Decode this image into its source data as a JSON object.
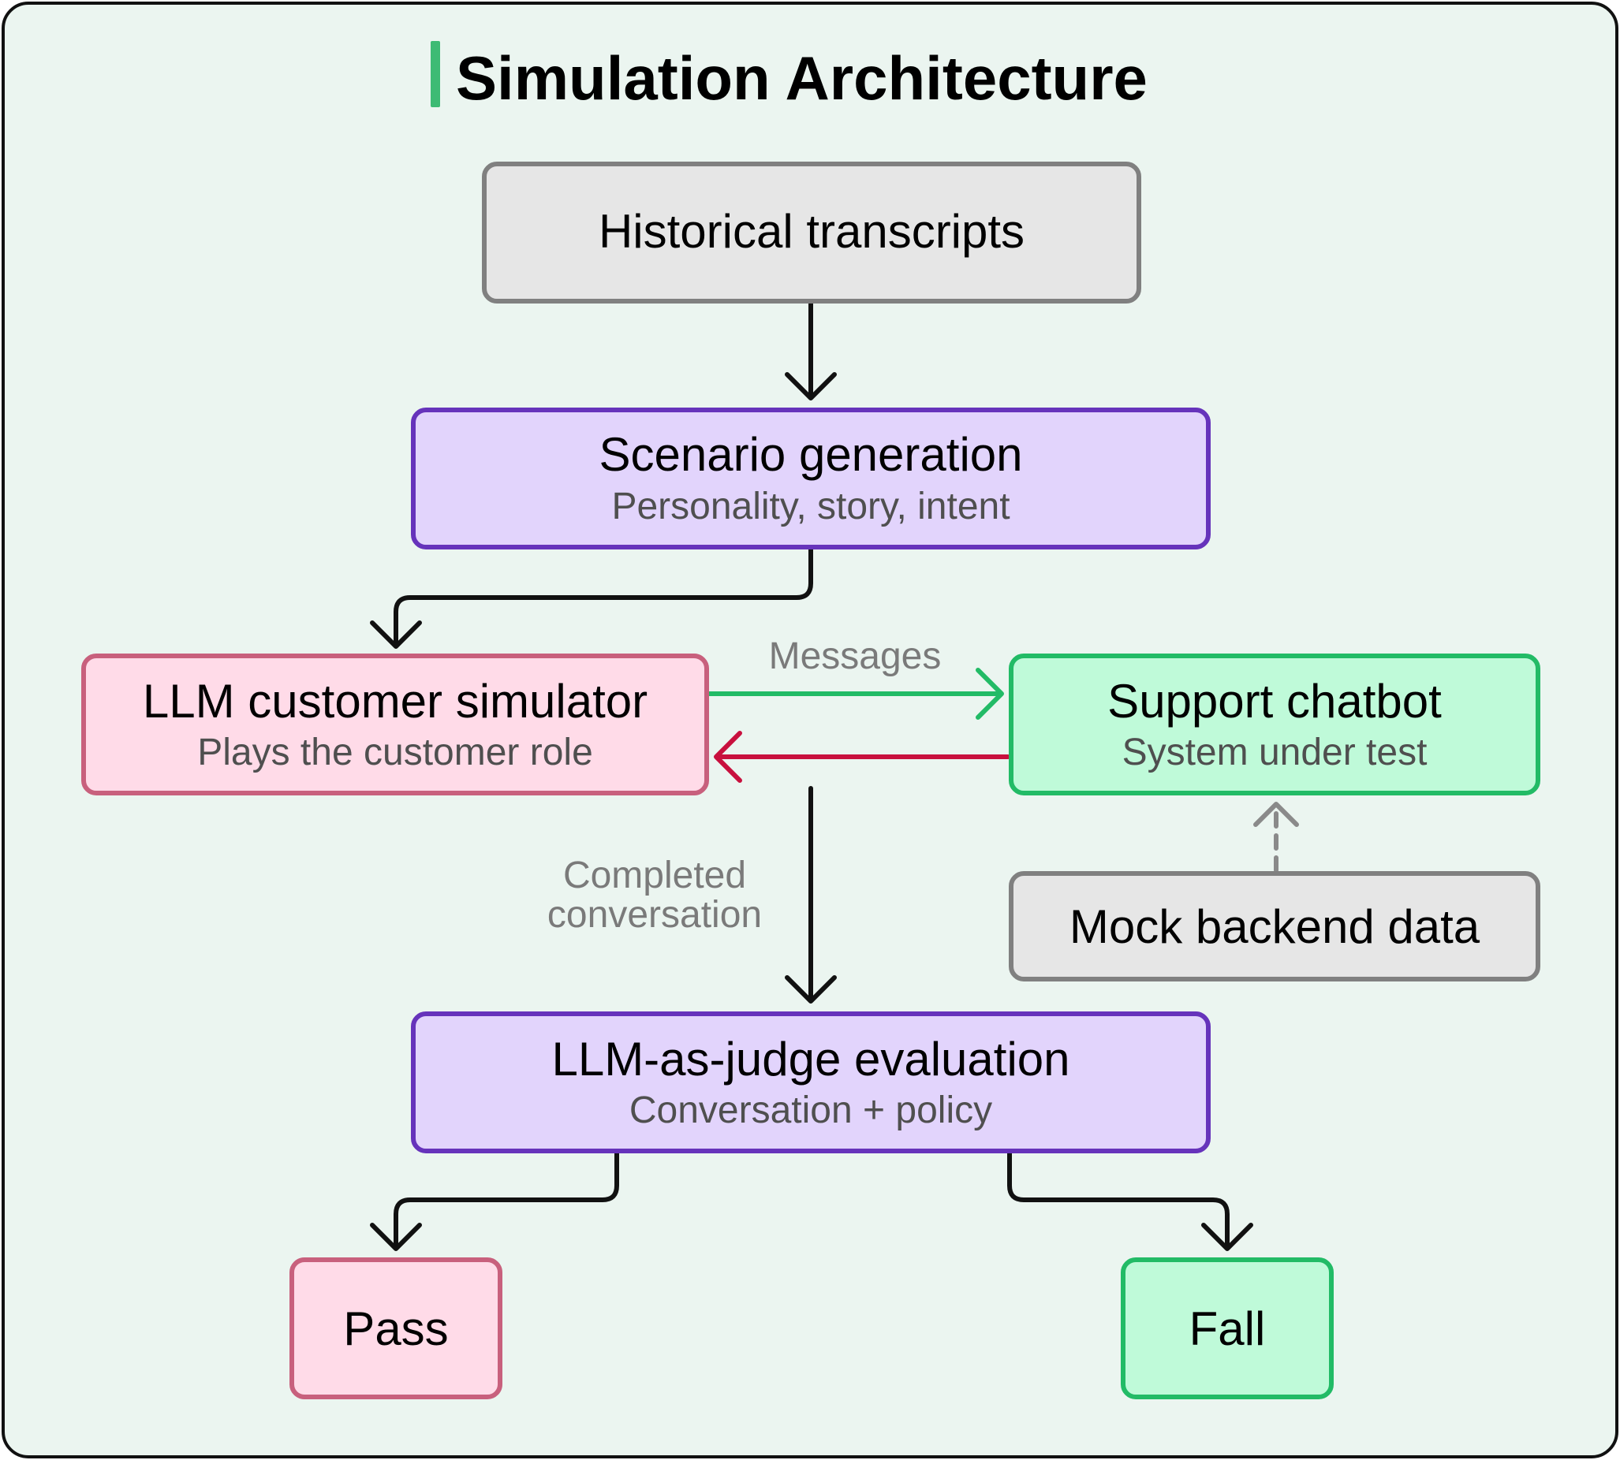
{
  "diagram": {
    "title": "Simulation Architecture",
    "colors": {
      "background": "#ebf5f0",
      "frame_border": "#111111",
      "title_accent": "#3dbb74",
      "gray_fill": "#e6e6e6",
      "gray_border": "#808080",
      "purple_fill": "#e2d4fc",
      "purple_border": "#6633bb",
      "pink_fill": "#ffdbe8",
      "pink_border": "#c8607d",
      "green_fill": "#bffad9",
      "green_border": "#22bb66",
      "arrow_black": "#111111",
      "arrow_green": "#22bb66",
      "arrow_red": "#c8103e",
      "arrow_gray_dashed": "#8a8a8a"
    },
    "nodes": {
      "historical": {
        "label": "Historical transcripts"
      },
      "scenario": {
        "label": "Scenario generation",
        "sub": "Personality, story, intent"
      },
      "simulator": {
        "label": "LLM customer simulator",
        "sub": "Plays the customer role"
      },
      "chatbot": {
        "label": "Support chatbot",
        "sub": "System under test"
      },
      "mock": {
        "label": "Mock backend data"
      },
      "judge": {
        "label": "LLM-as-judge evaluation",
        "sub": "Conversation + policy"
      },
      "pass": {
        "label": "Pass"
      },
      "fail": {
        "label": "Fall"
      }
    },
    "edge_labels": {
      "messages": "Messages",
      "completed_line1": "Completed",
      "completed_line2": "conversation"
    }
  }
}
